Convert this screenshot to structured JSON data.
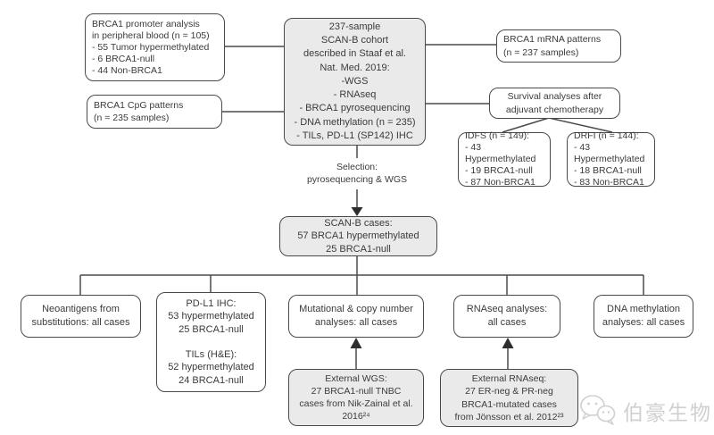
{
  "nodes": {
    "promoter": {
      "lines": [
        "BRCA1 promoter analysis",
        "in peripheral blood (n = 105)",
        "- 55 Tumor hypermethylated",
        "- 6 BRCA1-null",
        "- 44 Non-BRCA1"
      ]
    },
    "cpg": {
      "lines": [
        "BRCA1 CpG patterns",
        "(n = 235 samples)"
      ]
    },
    "cohort": {
      "lines": [
        "237-sample",
        "SCAN-B cohort",
        "described in Staaf et al.",
        "Nat. Med. 2019:",
        "-WGS",
        "- RNAseq",
        "- BRCA1 pyrosequencing",
        "- DNA methylation (n = 235)",
        "- TILs, PD-L1 (SP142) IHC"
      ]
    },
    "mrna": {
      "lines": [
        "BRCA1 mRNA patterns",
        "(n = 237 samples)"
      ]
    },
    "survival": {
      "lines": [
        "Survival analyses after",
        "adjuvant chemotherapy"
      ]
    },
    "idfs": {
      "lines": [
        "IDFS (n = 149):",
        "- 43 Hypermethylated",
        "- 19 BRCA1-null",
        "- 87 Non-BRCA1"
      ]
    },
    "drfi": {
      "lines": [
        "DRFI (n = 144):",
        "- 43 Hypermethylated",
        "- 18 BRCA1-null",
        "- 83 Non-BRCA1"
      ]
    },
    "selection": {
      "lines": [
        "Selection:",
        "pyrosequencing & WGS"
      ]
    },
    "scanb": {
      "lines": [
        "SCAN-B cases:",
        "57 BRCA1 hypermethylated",
        "25 BRCA1-null"
      ]
    },
    "neoantigens": {
      "lines": [
        "Neoantigens from",
        "substitutions: all cases"
      ]
    },
    "pdl1_tils": {
      "lines": [
        "PD-L1 IHC:",
        "53 hypermethylated",
        "25 BRCA1-null",
        "",
        "TILs (H&E):",
        "52 hypermethylated",
        "24 BRCA1-null"
      ]
    },
    "mutational": {
      "lines": [
        "Mutational & copy number",
        "analyses: all cases"
      ]
    },
    "rnaseq": {
      "lines": [
        "RNAseq analyses:",
        "all cases"
      ]
    },
    "methylation": {
      "lines": [
        "DNA methylation",
        "analyses: all cases"
      ]
    },
    "ext_wgs": {
      "lines": [
        "External WGS:",
        "27 BRCA1-null TNBC",
        "cases from Nik-Zainal et al.",
        "2016²⁴"
      ]
    },
    "ext_rnaseq": {
      "lines": [
        "External RNAseq:",
        "27 ER-neg & PR-neg",
        "BRCA1-mutated cases",
        "from Jönsson et al. 2012²³"
      ]
    }
  },
  "watermark": {
    "text": "伯豪生物"
  },
  "colors": {
    "box_border": "#4a4a4a",
    "box_fill_gray": "#eaeaea",
    "box_fill_white": "#ffffff",
    "text": "#3b3b3b",
    "watermark": "#d0d0d0"
  }
}
